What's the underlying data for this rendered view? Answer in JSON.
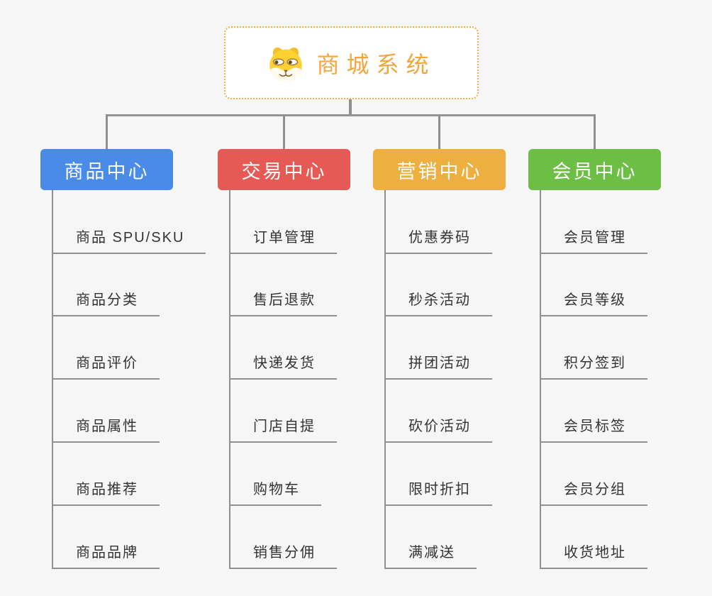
{
  "root": {
    "title": "商城系统",
    "icon": "dog-icon"
  },
  "branches": [
    {
      "label": "商品中心",
      "color": "#4a8be8",
      "items": [
        "商品 SPU/SKU",
        "商品分类",
        "商品评价",
        "商品属性",
        "商品推荐",
        "商品品牌"
      ]
    },
    {
      "label": "交易中心",
      "color": "#e65a55",
      "items": [
        "订单管理",
        "售后退款",
        "快递发货",
        "门店自提",
        "购物车",
        "销售分佣"
      ]
    },
    {
      "label": "营销中心",
      "color": "#edaf3f",
      "items": [
        "优惠券码",
        "秒杀活动",
        "拼团活动",
        "砍价活动",
        "限时折扣",
        "满减送"
      ]
    },
    {
      "label": "会员中心",
      "color": "#6dbe45",
      "items": [
        "会员管理",
        "会员等级",
        "积分签到",
        "会员标签",
        "会员分组",
        "收货地址"
      ]
    }
  ],
  "colors": {
    "background": "#f6f6f7",
    "connector_line": "#8f8f8f",
    "item_text": "#333333",
    "root_border": "#f6ab3e",
    "root_title": "#f2a63e"
  }
}
